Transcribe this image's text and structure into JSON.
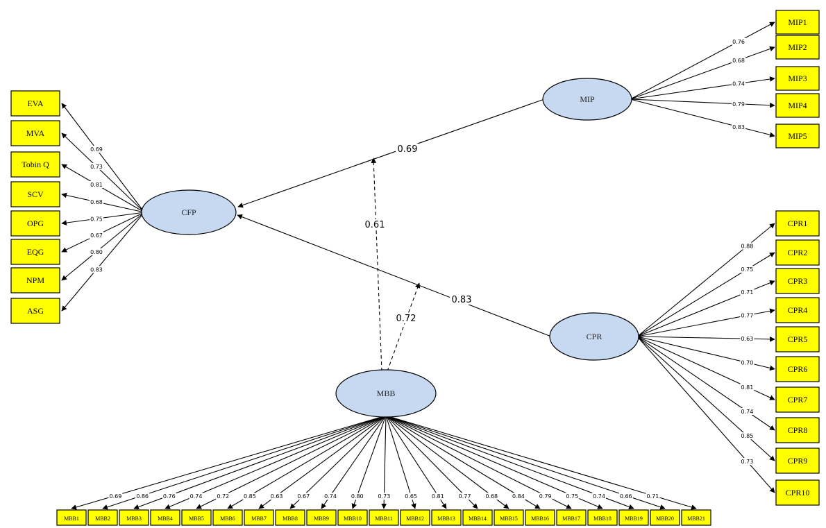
{
  "colors": {
    "indicator_fill": "#ffff00",
    "construct_fill": "#c6d9f1",
    "line": "#000000"
  },
  "constructs": {
    "cfp": "CFP",
    "mip": "MIP",
    "cpr": "CPR",
    "mbb": "MBB"
  },
  "cfp_indicators": [
    {
      "label": "EVA",
      "loading": "0.69"
    },
    {
      "label": "MVA",
      "loading": "0.73"
    },
    {
      "label": "Tobin Q",
      "loading": "0.81"
    },
    {
      "label": "SCV",
      "loading": "0.68"
    },
    {
      "label": "OPG",
      "loading": "0.75"
    },
    {
      "label": "EQG",
      "loading": "0.67"
    },
    {
      "label": "NPM",
      "loading": "0.80"
    },
    {
      "label": "ASG",
      "loading": "0.83"
    }
  ],
  "mip_indicators": [
    {
      "label": "MIP1",
      "loading": "0.76"
    },
    {
      "label": "MIP2",
      "loading": "0.68"
    },
    {
      "label": "MIP3",
      "loading": "0.74"
    },
    {
      "label": "MIP4",
      "loading": "0.79"
    },
    {
      "label": "MIP5",
      "loading": "0.83"
    }
  ],
  "cpr_indicators": [
    {
      "label": "CPR1",
      "loading": "0.88"
    },
    {
      "label": "CPR2",
      "loading": "0.75"
    },
    {
      "label": "CPR3",
      "loading": "0.71"
    },
    {
      "label": "CPR4",
      "loading": "0.77"
    },
    {
      "label": "CPR5",
      "loading": "0.63"
    },
    {
      "label": "CPR6",
      "loading": "0.70"
    },
    {
      "label": "CPR7",
      "loading": "0.81"
    },
    {
      "label": "CPR8",
      "loading": "0.74"
    },
    {
      "label": "CPR9",
      "loading": "0.85"
    },
    {
      "label": "CPR10",
      "loading": "0.73"
    }
  ],
  "mbb_indicators": [
    {
      "label": "MBB1",
      "loading": "0.69"
    },
    {
      "label": "MBB2",
      "loading": "0.86"
    },
    {
      "label": "MBB3",
      "loading": "0.76"
    },
    {
      "label": "MBB4",
      "loading": "0.74"
    },
    {
      "label": "MBB5",
      "loading": "0.72"
    },
    {
      "label": "MBB6",
      "loading": "0.85"
    },
    {
      "label": "MBB7",
      "loading": "0.63"
    },
    {
      "label": "MBB8",
      "loading": "0.67"
    },
    {
      "label": "MBB9",
      "loading": "0.74"
    },
    {
      "label": "MBB10",
      "loading": "0.80"
    },
    {
      "label": "MBB11",
      "loading": "0.73"
    },
    {
      "label": "MBB12",
      "loading": "0.65"
    },
    {
      "label": "MBB13",
      "loading": "0.81"
    },
    {
      "label": "MBB14",
      "loading": "0.77"
    },
    {
      "label": "MBB15",
      "loading": "0.68"
    },
    {
      "label": "MBB16",
      "loading": "0.84"
    },
    {
      "label": "MBB17",
      "loading": "0.79"
    },
    {
      "label": "MBB18",
      "loading": "0.75"
    },
    {
      "label": "MBB19",
      "loading": "0.74"
    },
    {
      "label": "MBB20",
      "loading": "0.66"
    },
    {
      "label": "MBB21",
      "loading": "0.71"
    }
  ],
  "structural_paths": {
    "mip_to_cfp": "0.69",
    "cpr_to_cfp": "0.83",
    "mbb_mod_mip": "0.61",
    "mbb_mod_cpr": "0.72"
  }
}
